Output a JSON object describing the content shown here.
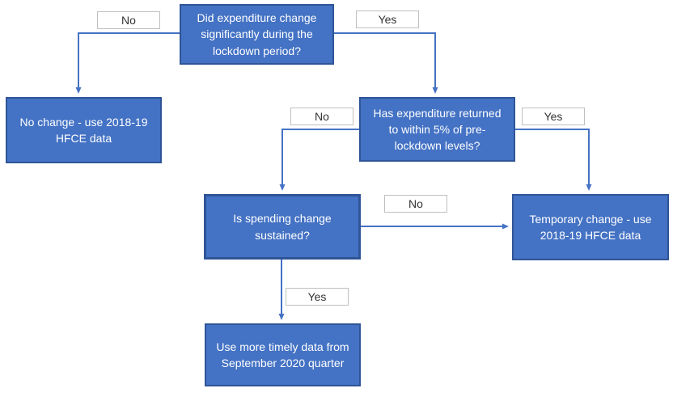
{
  "diagram": {
    "type": "flowchart",
    "topic": "Decision tree for choosing HFCE expenditure data during lockdown",
    "nodes": {
      "q1": {
        "text": "Did expenditure change significantly during the lockdown period?"
      },
      "no_change": {
        "text": "No change - use 2018-19 HFCE data"
      },
      "q2": {
        "text": "Has expenditure returned to within 5% of pre-lockdown levels?"
      },
      "q3": {
        "text": "Is spending change sustained?"
      },
      "temporary": {
        "text": "Temporary change - use 2018-19 HFCE data"
      },
      "timely": {
        "text": "Use more timely data from September 2020 quarter"
      }
    },
    "edge_labels": {
      "q1_no": "No",
      "q1_yes": "Yes",
      "q2_no": "No",
      "q2_yes": "Yes",
      "q3_no": "No",
      "q3_yes": "Yes"
    },
    "edges": [
      {
        "from": "q1",
        "to": "no_change",
        "label": "No"
      },
      {
        "from": "q1",
        "to": "q2",
        "label": "Yes"
      },
      {
        "from": "q2",
        "to": "q3",
        "label": "No"
      },
      {
        "from": "q2",
        "to": "temporary",
        "label": "Yes"
      },
      {
        "from": "q3",
        "to": "temporary",
        "label": "No"
      },
      {
        "from": "q3",
        "to": "timely",
        "label": "Yes"
      }
    ],
    "colors": {
      "node_fill": "#4472C4",
      "node_border": "#2F5597",
      "node_text": "#FFFFFF",
      "connector": "#4472C4",
      "label_fill": "#FFFFFF",
      "label_border": "#BFBFBF",
      "label_text": "#333333",
      "background": "#FFFFFF"
    }
  }
}
